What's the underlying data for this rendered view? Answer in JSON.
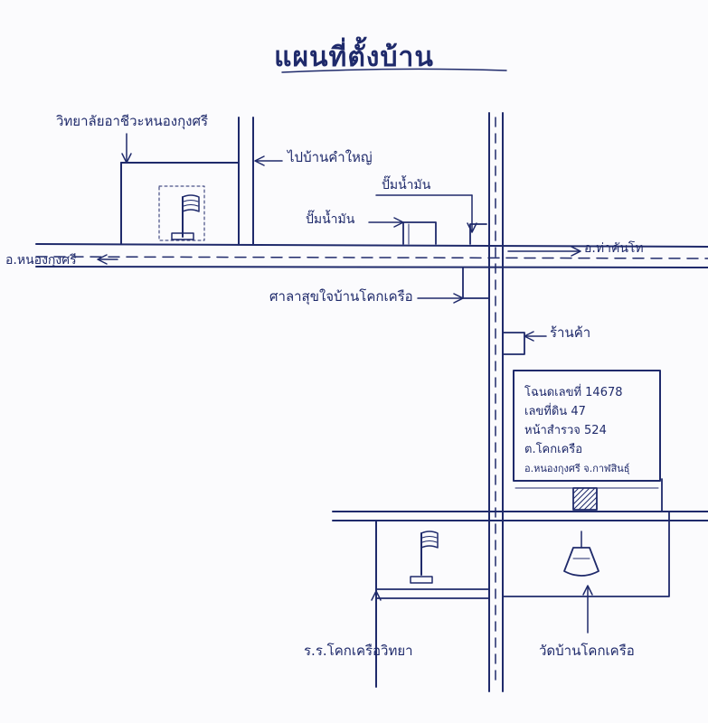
{
  "title": "แผนที่ตั้งบ้าน",
  "labels": {
    "college": "วิทยาลัยอาชีวะหนองกุงศรี",
    "to_kham_yai": "ไปบ้านคำใหญ่",
    "gas_station_right": "ปั๊มน้ำมัน",
    "gas_station_left": "ปั๊มน้ำมัน",
    "amphoe_nong_kung_si": "อ.หนองกุงศรี",
    "amphoe_tha_khantho": "อ.ท่าคันโท",
    "health_center": "ศาลาสุขใจบ้านโคกเครือ",
    "shop": "ร้านค้า",
    "school": "ร.ร.โคกเครือวิทยา",
    "temple": "วัดบ้านโคกเครือ"
  },
  "address_box": {
    "lines": [
      "โฉนดเลขที่ 14678",
      "เลขที่ดิน 47",
      "หน้าสำรวจ 524",
      "ต.โคกเครือ",
      "อ.หนองกุงศรี จ.กาฬสินธุ์"
    ]
  },
  "colors": {
    "ink": "#1f2a6b",
    "paper": "#fbfbfd"
  }
}
